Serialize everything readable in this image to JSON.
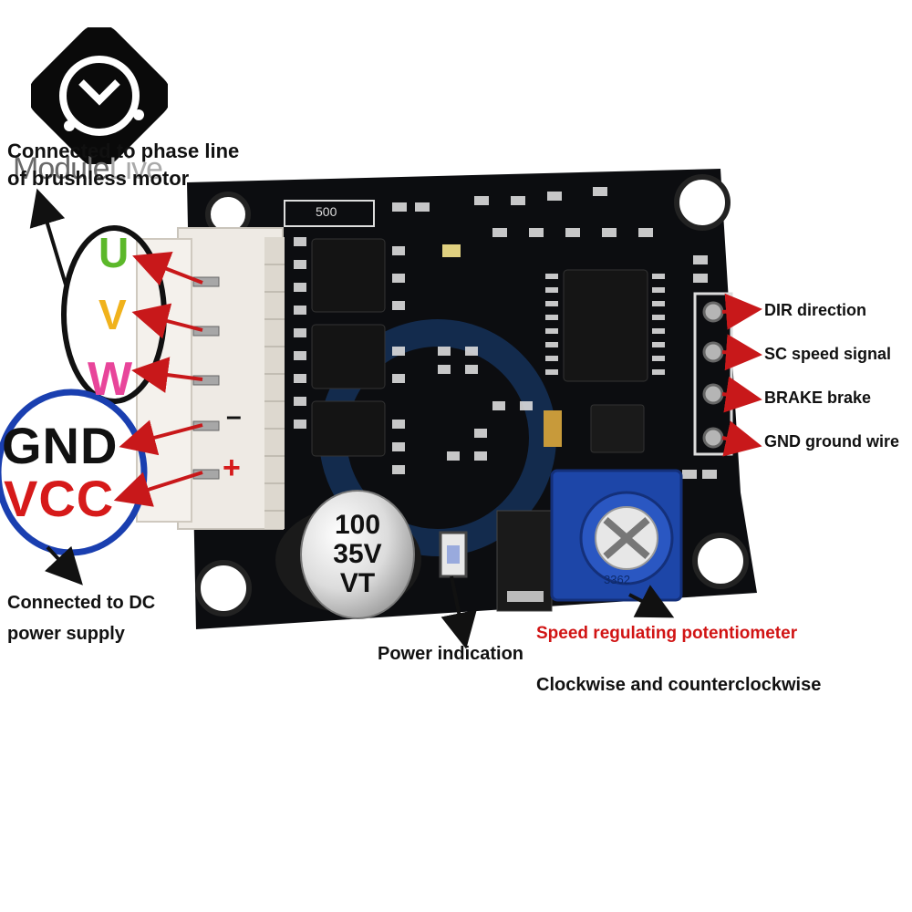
{
  "logo": {
    "icon": "brand-logo-icon",
    "brand_bold": "Module",
    "brand_light": "Live"
  },
  "motor_phase": {
    "label_line1": "Connected to phase line",
    "label_line2": "of brushless motor"
  },
  "connector_pins": {
    "u": "U",
    "v": "V",
    "w": "W",
    "gnd": "GND",
    "vcc": "VCC",
    "minus": "–",
    "plus": "+"
  },
  "power_supply": {
    "label_line1": "Connected to DC",
    "label_line2": "power supply"
  },
  "signal_pins": [
    "DIR direction",
    "SC speed signal",
    "BRAKE brake",
    "GND ground wire"
  ],
  "capacitor": {
    "line1": "100",
    "line2": "35V",
    "line3": "VT"
  },
  "resistor_marking": "500",
  "pot_marking": "3362",
  "power_indication": "Power indication",
  "potentiometer": {
    "title": "Speed regulating potentiometer",
    "subtitle": "Clockwise and counterclockwise"
  },
  "colors": {
    "u": "#5cb82a",
    "v": "#f0b21c",
    "w": "#e8459a",
    "gnd": "#111111",
    "vcc": "#d61a1a",
    "arrow": "#c8181a",
    "pcb": "#0c0d10",
    "pot": "#1d46a8",
    "pot_label": "#d11414"
  }
}
